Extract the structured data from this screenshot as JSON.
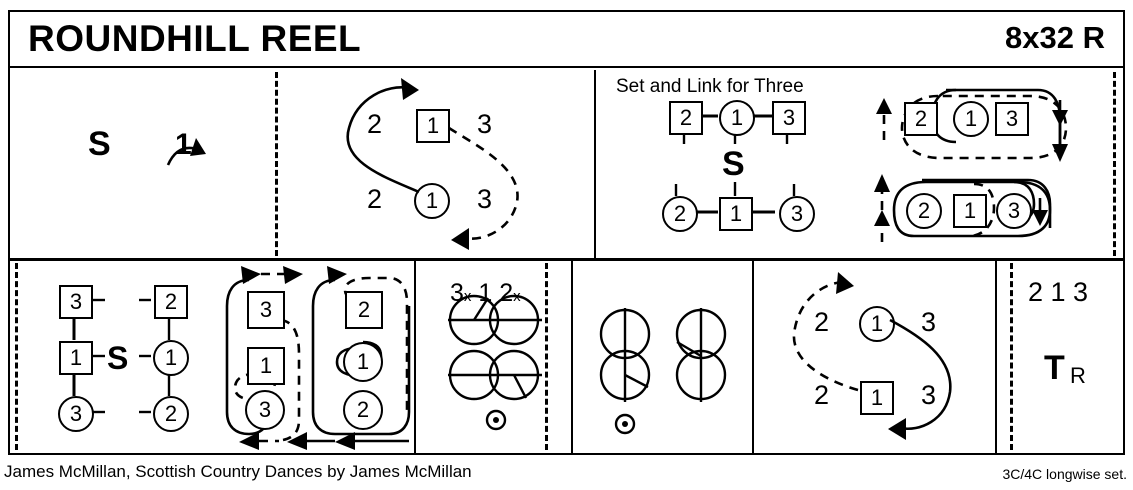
{
  "header": {
    "title": "ROUNDHILL REEL",
    "meta": "8x32 R"
  },
  "footer": {
    "credit": "James McMillan, Scottish Country Dances by James McMillan",
    "set": "3C/4C longwise set."
  },
  "bars": {
    "row1": [
      {
        "name": "bars-1-4",
        "caption": "",
        "tokens": [
          "S",
          "1"
        ]
      },
      {
        "name": "bars-5-8",
        "caption": "",
        "tokens": [
          "2",
          "1",
          "3",
          "2",
          "1",
          "3"
        ]
      },
      {
        "name": "bars-9-12",
        "caption": "Set and Link for Three",
        "tokens": [
          "2",
          "1",
          "3",
          "S",
          "2",
          "1",
          "3"
        ]
      },
      {
        "name": "bars-13-16",
        "caption": "",
        "tokens": [
          "2",
          "1",
          "3",
          "2",
          "1",
          "3"
        ]
      }
    ],
    "row2": [
      {
        "name": "bars-17-20",
        "caption": "",
        "tokens": [
          "3",
          "1",
          "3",
          "S",
          "2",
          "1",
          "2"
        ]
      },
      {
        "name": "bars-21-24",
        "caption": "",
        "tokens": [
          "3",
          "1",
          "3",
          "2",
          "1",
          "2"
        ]
      },
      {
        "name": "bars-25-26",
        "caption": "3x 1 2x",
        "tokens": []
      },
      {
        "name": "bars-27-28",
        "caption": "",
        "tokens": []
      },
      {
        "name": "bars-29-32",
        "caption": "",
        "tokens": [
          "2",
          "1",
          "3",
          "2",
          "1",
          "3"
        ]
      },
      {
        "name": "final-position",
        "caption": "2 1 3",
        "tokens": [
          "T",
          "R"
        ]
      }
    ]
  },
  "cell1": {
    "set_symbol": "S",
    "dancer": "1"
  },
  "cell2": {
    "top_left": "2",
    "top_mid": "1",
    "top_right": "3",
    "bot_left": "2",
    "bot_mid": "1",
    "bot_right": "3"
  },
  "cell3": {
    "caption": "Set and Link for Three",
    "top": [
      "2",
      "1",
      "3"
    ],
    "set_symbol": "S",
    "bottom": [
      "2",
      "1",
      "3"
    ]
  },
  "cell4": {
    "top": [
      "2",
      "1",
      "3"
    ],
    "bottom": [
      "2",
      "1",
      "3"
    ]
  },
  "cell5": {
    "left_col": [
      "3",
      "1",
      "3"
    ],
    "set_symbol": "S",
    "right_col": [
      "2",
      "1",
      "2"
    ]
  },
  "cell6": {
    "left_col": [
      "3",
      "1",
      "3"
    ],
    "right_col": [
      "2",
      "1",
      "2"
    ]
  },
  "cell7": {
    "caption_a": "3",
    "caption_a_sub": "x",
    "caption_b": "1",
    "caption_c": "2",
    "caption_c_sub": "x"
  },
  "cell8": {},
  "cell9": {
    "top_left": "2",
    "top_mid": "1",
    "top_right": "3",
    "bot_left": "2",
    "bot_mid": "1",
    "bot_right": "3"
  },
  "cell10": {
    "order": "2 1 3",
    "turn": "T",
    "turn_sub": "R"
  },
  "colors": {
    "ink": "#000000",
    "paper": "#ffffff"
  }
}
